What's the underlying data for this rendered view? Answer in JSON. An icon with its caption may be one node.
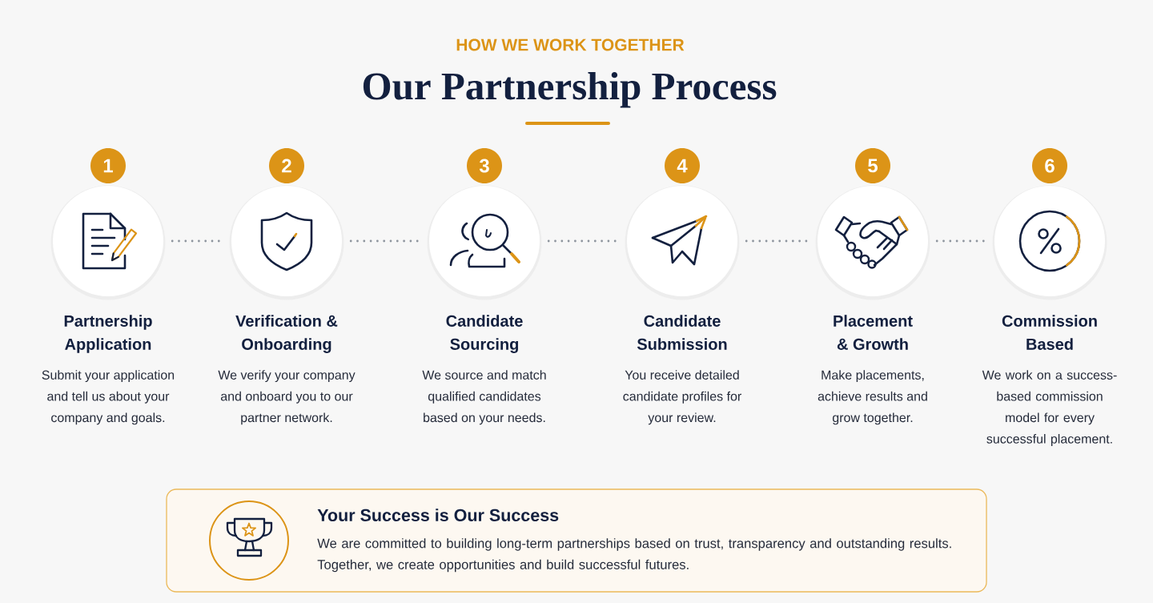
{
  "diagram": {
    "title": "Our Partnership Process",
    "nodes": [
      {
        "text": [
          "1"
        ]
      },
      {
        "text": [
          "Partnership Application",
          "Submit your application and tell us about your company and goals."
        ]
      },
      {
        "text": [
          "2"
        ]
      },
      {
        "text": [
          "Verification & Onboarding",
          "We verify your company and onboard you to our partner network."
        ]
      },
      {
        "text": [
          "3"
        ]
      },
      {
        "text": [
          "Candidate Sourcing",
          "We source and match qualified candidates based on your needs."
        ]
      },
      {
        "text": [
          "4"
        ]
      },
      {
        "text": [
          "Candidate Submission",
          "You receive detailed candidate profiles for your review."
        ]
      },
      {
        "text": [
          "5"
        ]
      },
      {
        "text": [
          "Placement & Growth",
          "Make placements, achieve results and grow together."
        ]
      },
      {
        "text": [
          "6"
        ]
      },
      {
        "text": [
          "Commission Based",
          "We work on a success-based commission model for every successful placement."
        ]
      },
      {
        "text": [
          "Your Success is Our Success",
          "We are committed to building long-term partnerships based on trust, transparency and outstanding results. Together, we create opportunities and build successful futures."
        ]
      }
    ],
    "edges": [
      {
        "from": 1,
        "to": 3,
        "arrow": "none"
      },
      {
        "from": 3,
        "to": 5,
        "arrow": "none"
      },
      {
        "from": 5,
        "to": 7,
        "arrow": "none"
      },
      {
        "from": 7,
        "to": 9,
        "arrow": "none"
      },
      {
        "from": 9,
        "to": 11,
        "arrow": "none"
      }
    ],
    "labels": [
      "HOW WE WORK TOGETHER"
    ]
  }
}
